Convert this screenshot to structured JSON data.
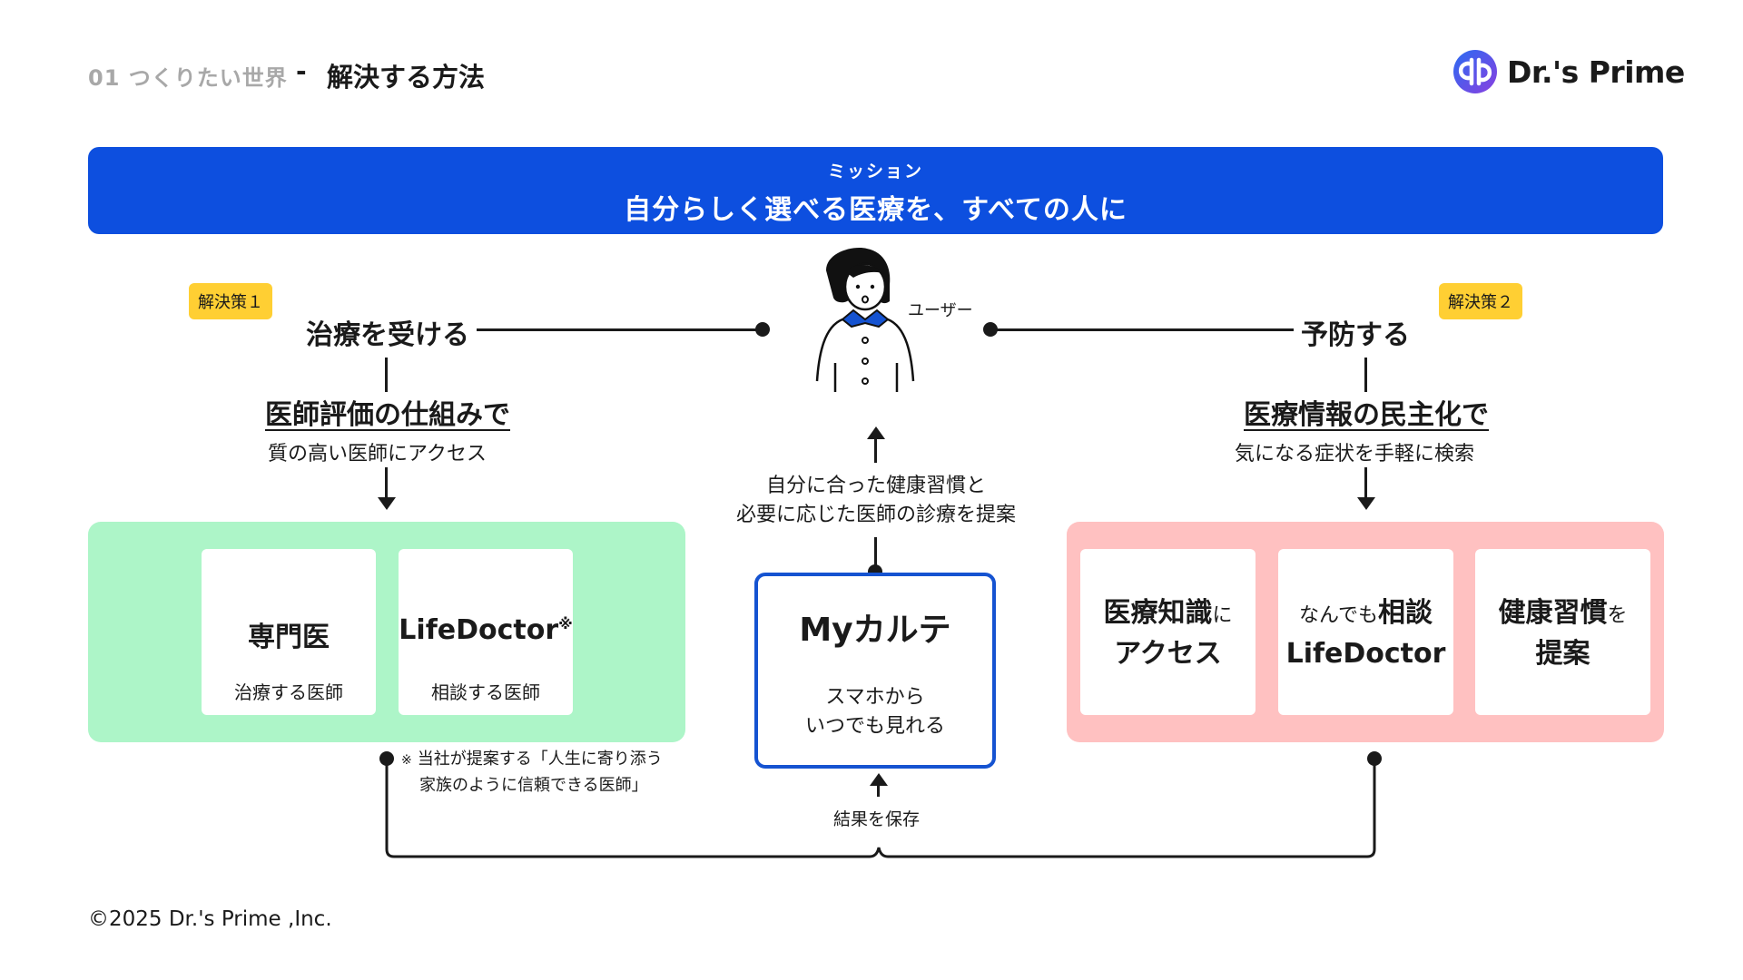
{
  "header": {
    "section": "01  つくりたい世界",
    "separator": "-",
    "title": "解決する方法",
    "logo_text": "Dr.'s Prime"
  },
  "mission": {
    "label": "ミッション",
    "text": "自分らしく選べる医療を、すべての人に"
  },
  "user": {
    "label": "ユーザー"
  },
  "left": {
    "badge": "解決策１",
    "heading": "治療を受ける",
    "subheading": "医師評価の仕組みで",
    "description": "質の高い医師にアクセス",
    "cards": [
      {
        "title": "専門医",
        "subtitle": "治療する医師"
      },
      {
        "title": "LifeDoctor",
        "mark": "※",
        "subtitle": "相談する医師"
      }
    ],
    "note_mark": "※",
    "note_line1": "当社が提案する「人生に寄り添う",
    "note_line2": "家族のように信頼できる医師」"
  },
  "right": {
    "badge": "解決策２",
    "heading": "予防する",
    "subheading": "医療情報の民主化で",
    "description": "気になる症状を手軽に検索",
    "cards": [
      {
        "strong1": "医療知識",
        "weak1": "に",
        "strong2": "アクセス"
      },
      {
        "weak1": "なんでも",
        "strong1": "相談",
        "strong2": "LifeDoctor"
      },
      {
        "strong1": "健康習慣",
        "weak1": "を",
        "strong2": "提案"
      }
    ]
  },
  "center": {
    "suggest_line1": "自分に合った健康習慣と",
    "suggest_line2": "必要に応じた医師の診療を提案",
    "karte_title": "Myカルテ",
    "karte_sub1": "スマホから",
    "karte_sub2": "いつでも見れる",
    "save_label": "結果を保存"
  },
  "footer": {
    "copyright": "©2025 Dr.'s Prime ,Inc."
  },
  "colors": {
    "mission_blue": "#0d4fdf",
    "badge_yellow": "#ffcf33",
    "panel_green": "#adf5c8",
    "panel_pink": "#ffc1c1",
    "karte_border": "#1553d1"
  }
}
